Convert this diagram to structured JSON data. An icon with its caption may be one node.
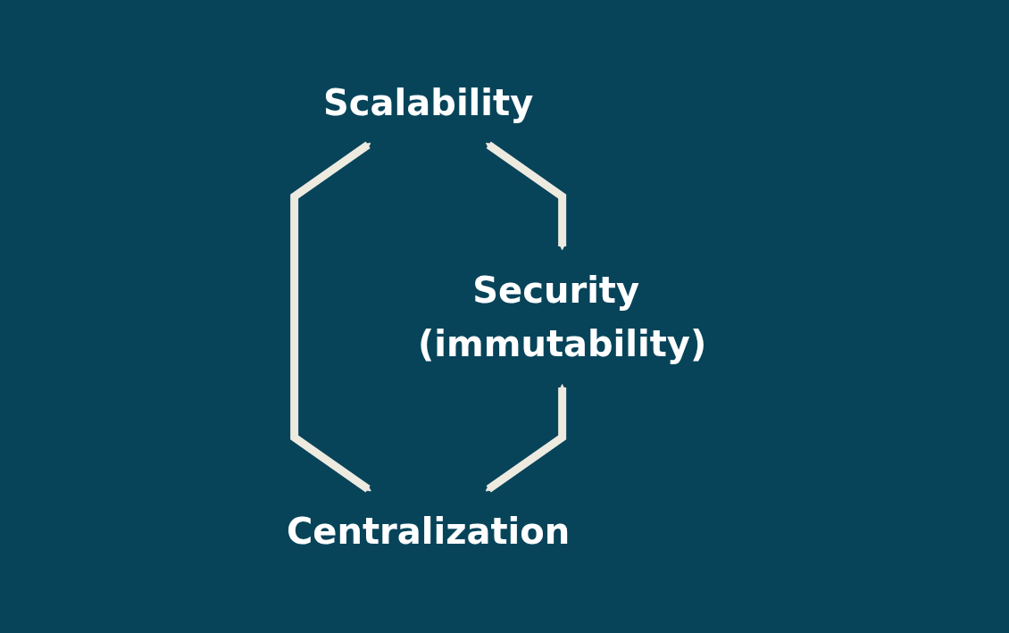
{
  "diagram": {
    "nodes": [
      {
        "text": [
          "Scalability"
        ]
      },
      {
        "text": [
          "Security (immutability)"
        ]
      },
      {
        "text": [
          "Centralization"
        ]
      }
    ],
    "edges": [
      {
        "from": 0,
        "to": 1,
        "arrow": "both"
      },
      {
        "from": 0,
        "to": 2,
        "arrow": "both"
      },
      {
        "from": 1,
        "to": 2,
        "arrow": "both"
      }
    ]
  }
}
